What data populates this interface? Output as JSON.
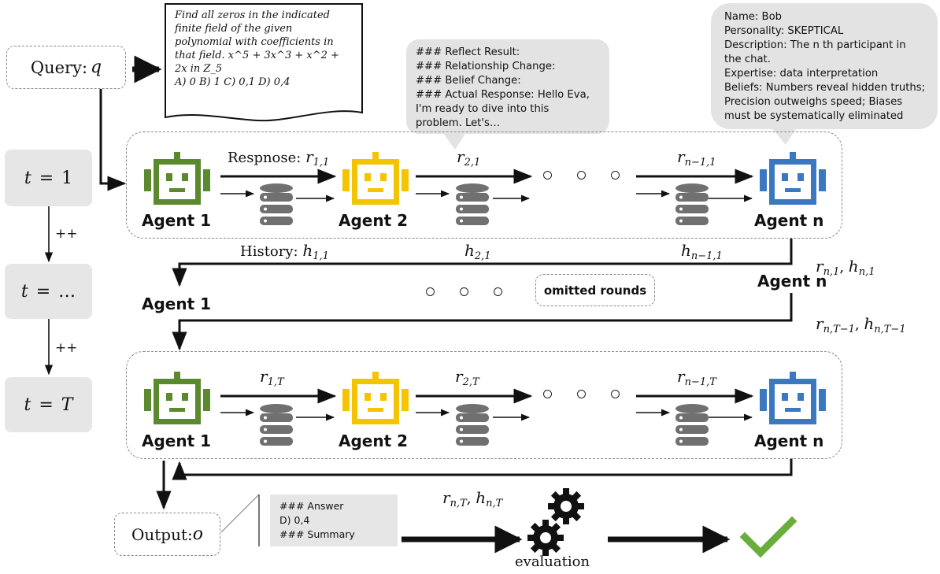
{
  "query": {
    "label": "Query: ",
    "var": "q"
  },
  "problem_doc": {
    "lines": [
      "Find all zeros in the indicated",
      "finite field of the given",
      "polynomial with coefficients in",
      "that field. x^5 + 3x^3 + x^2 +",
      "2x in Z_5",
      "A) 0 B) 1 C) 0,1 D) 0,4"
    ]
  },
  "reflect_bubble": {
    "lines": [
      "### Reflect Result:",
      "### Relationship Change:",
      "### Belief Change:",
      "### Actual Response: Hello Eva,",
      "I'm ready to dive into this",
      "problem. Let's…"
    ]
  },
  "profile_bubble": {
    "lines": [
      "Name: Bob",
      "Personality: SKEPTICAL",
      "Description: The n th participant in",
      "the chat.",
      "Expertise: data interpretation",
      "Beliefs: Numbers reveal hidden truths;",
      "Precision outweighs speed; Biases",
      "must be systematically eliminated"
    ]
  },
  "rounds": [
    {
      "var": "t",
      "eq": "=",
      "val": "1"
    },
    {
      "var": "t",
      "eq": "=",
      "val": "…"
    },
    {
      "var": "t",
      "eq": "=",
      "val": "T"
    }
  ],
  "increment_label": "++",
  "agents": {
    "a1": "Agent 1",
    "a2": "Agent 2",
    "an": "Agent n"
  },
  "round1": {
    "response_prefix": "Respnose: ",
    "history_prefix": "History: ",
    "r11": {
      "base": "r",
      "sub": "1,1"
    },
    "r21": {
      "base": "r",
      "sub": "2,1"
    },
    "rn11": {
      "base": "r",
      "sub": "n−1,1"
    },
    "h11": {
      "base": "h",
      "sub": "1,1"
    },
    "h21": {
      "base": "h",
      "sub": "2,1"
    },
    "hn11": {
      "base": "h",
      "sub": "n−1,1"
    }
  },
  "mid": {
    "rn1": {
      "base": "r",
      "sub": "n,1"
    },
    "hn1": {
      "base": "h",
      "sub": "n,1"
    },
    "rnT1": {
      "base": "r",
      "sub": "n,T−1"
    },
    "hnT1": {
      "base": "h",
      "sub": "n,T−1"
    },
    "omitted_label": "omitted rounds"
  },
  "roundT": {
    "r1T": {
      "base": "r",
      "sub": "1,T"
    },
    "r2T": {
      "base": "r",
      "sub": "2,T"
    },
    "rn1T": {
      "base": "r",
      "sub": "n−1,T"
    }
  },
  "final": {
    "rnT": {
      "base": "r",
      "sub": "n,T"
    },
    "hnT": {
      "base": "h",
      "sub": "n,T"
    },
    "comma": ", "
  },
  "output": {
    "label": "Output:",
    "var": "o"
  },
  "answer_card": {
    "lines": [
      "### Answer",
      "D) 0,4",
      "### Summary"
    ]
  },
  "evaluation_label": "evaluation",
  "colors": {
    "agent1": "#5b8a2e",
    "agent2": "#f5c400",
    "agentn": "#3a78c2",
    "database": "#707070",
    "gear": "#111111",
    "check": "#6aad3c",
    "box_fill": "#e6e6e6"
  },
  "icons": {
    "agent": "robot-icon",
    "memory": "database-icon",
    "eval": "gear-icon",
    "result": "checkmark-icon"
  }
}
